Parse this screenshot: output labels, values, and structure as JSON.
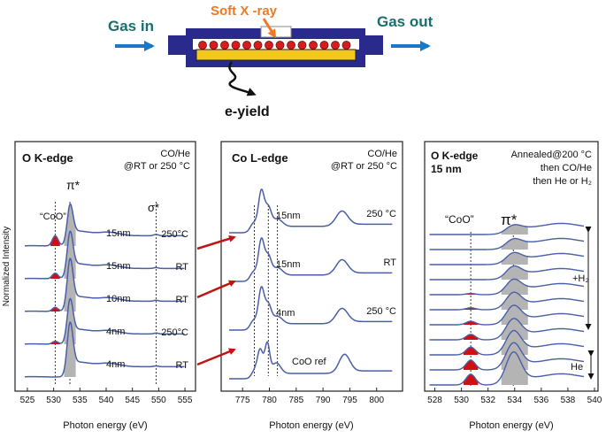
{
  "schematic": {
    "gas_in": "Gas in",
    "gas_out": "Gas out",
    "xray": "Soft X -ray",
    "eyield": "e-yield",
    "colors": {
      "teal": "#1a6e6e",
      "orange": "#f07820",
      "navy": "#2a2a8c",
      "gold": "#f3c81e",
      "red": "#d81b1b",
      "arrow_blue": "#1a78c8"
    }
  },
  "styles": {
    "trace_color": "#4a5fa8",
    "fill_gray": "#b4b4b4",
    "fill_red": "#d01010",
    "arrow_red": "#c01414"
  },
  "chart_data": [
    {
      "id": "panel1",
      "type": "line",
      "title": "O K-edge",
      "condition": [
        "CO/He",
        "@RT or 250 °C"
      ],
      "xlabel": "Photon energy (eV)",
      "ylabel": "Normalized Intensity",
      "xlim": [
        524,
        556
      ],
      "xticks": [
        525,
        530,
        535,
        540,
        545,
        550,
        555
      ],
      "annotations": {
        "coo": "“CoO”",
        "pi": "π*",
        "sigma": "σ*"
      },
      "vlines": [
        530.3,
        533.1,
        549.5
      ],
      "series": [
        {
          "size": "15nm",
          "condition": "250°C",
          "offset": 4,
          "params": {
            "coo": 0.55,
            "pi": 1.65,
            "sigma": 0.07
          }
        },
        {
          "size": "15nm",
          "condition": "RT",
          "offset": 3,
          "params": {
            "coo": 0.3,
            "pi": 1.95,
            "sigma": 0.05
          }
        },
        {
          "size": "10nm",
          "condition": "RT",
          "offset": 2,
          "params": {
            "coo": 0.22,
            "pi": 2.25,
            "sigma": 0.05
          }
        },
        {
          "size": "4nm",
          "condition": "250°C",
          "offset": 1,
          "params": {
            "coo": 0.16,
            "pi": 1.85,
            "sigma": 0.05
          }
        },
        {
          "size": "4nm",
          "condition": "RT",
          "offset": 0,
          "params": {
            "coo": 0.0,
            "pi": 2.35,
            "sigma": 0.04
          }
        }
      ]
    },
    {
      "id": "panel2",
      "type": "line",
      "title": "Co L-edge",
      "condition": [
        "CO/He",
        "@RT or 250 °C"
      ],
      "xlabel": "Photon energy (eV)",
      "xlim": [
        772,
        804
      ],
      "xticks": [
        775,
        780,
        785,
        790,
        795,
        800
      ],
      "vlines": [
        777.2,
        779.8,
        781.5
      ],
      "series": [
        {
          "size": "15nm",
          "condition": "250 °C",
          "offset": 3
        },
        {
          "size": "15nm",
          "condition": "RT",
          "offset": 2
        },
        {
          "size": "4nm",
          "condition": "250 °C",
          "offset": 1
        },
        {
          "size": "CoO ref",
          "condition": "",
          "offset": 0
        }
      ]
    },
    {
      "id": "panel3",
      "type": "line",
      "title": [
        "O K-edge",
        "15 nm"
      ],
      "condition": [
        "Annealed@200 °C",
        "then CO/He",
        "then He or H₂"
      ],
      "xlabel": "Photon energy (eV)",
      "xlim": [
        527.5,
        540
      ],
      "xticks": [
        528,
        530,
        532,
        534,
        536,
        538,
        540
      ],
      "annotations": {
        "coo": "“CoO”",
        "pi": "π*",
        "h2": "+H₂",
        "he": "He"
      },
      "vlines": [
        530.7,
        533.9
      ],
      "series_coo": [
        0,
        0,
        0,
        0,
        0.06,
        0.1,
        0.18,
        0.28,
        0.4,
        0.5,
        0.55
      ],
      "series_pi": [
        0.2,
        0.26,
        0.32,
        0.4,
        0.5,
        0.6,
        0.7,
        0.8,
        0.95,
        1.1,
        1.4
      ]
    }
  ]
}
